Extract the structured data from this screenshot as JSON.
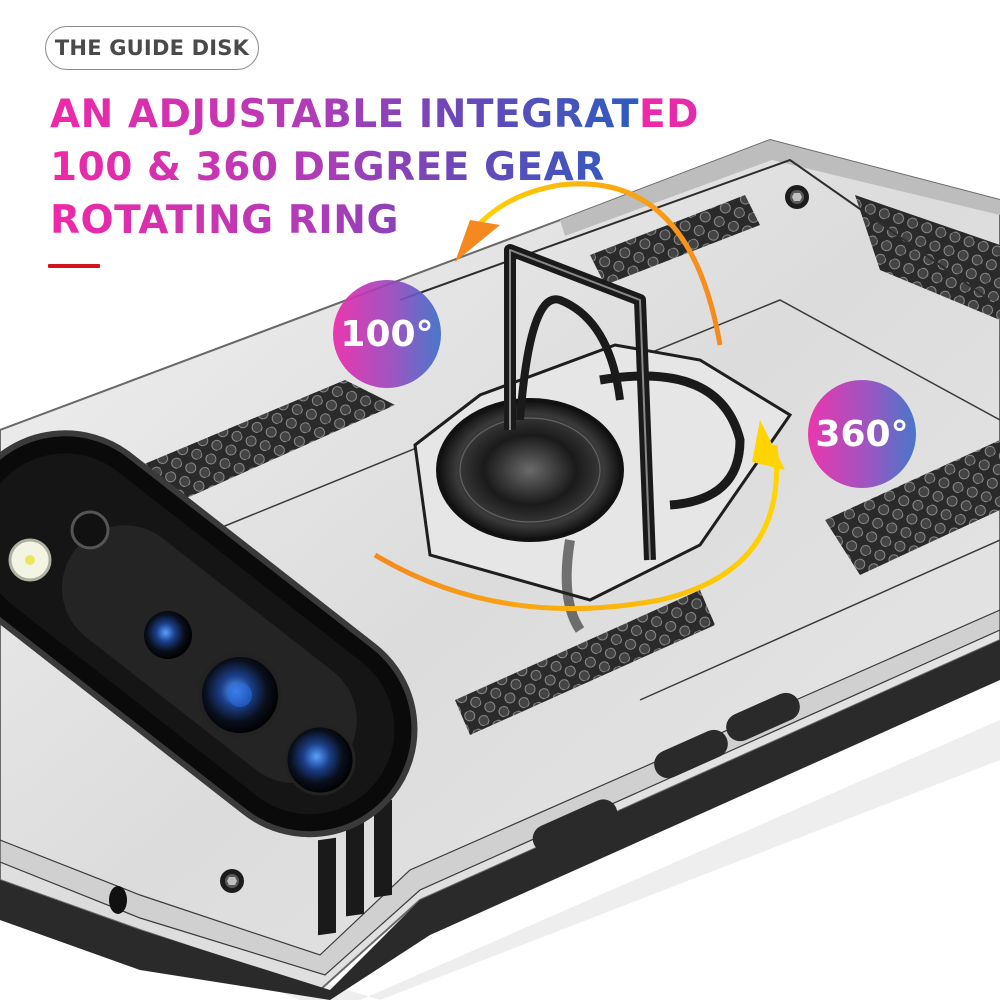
{
  "badge": {
    "label": "THE GUIDE DISK"
  },
  "headline": {
    "lines": [
      "AN ADJUSTABLE INTEGRATED",
      "100 & 360 DEGREE GEAR",
      "ROTATING RING"
    ]
  },
  "bubbles": {
    "tilt": "100°",
    "rotate": "360°"
  },
  "colors": {
    "gradient_start": "#f028a8",
    "gradient_end": "#2c5cc0",
    "underline": "#d4141c",
    "badge_text": "#4a4a4a",
    "arrow_orange": "#f5891f",
    "arrow_yellow": "#ffd400",
    "case_silver": "#e4e4e4",
    "case_dark": "#1e1e1e"
  },
  "icons": {
    "arrow_ccw": "curved-arrow-counterclockwise-icon",
    "arrow_cw": "curved-arrow-clockwise-icon"
  }
}
